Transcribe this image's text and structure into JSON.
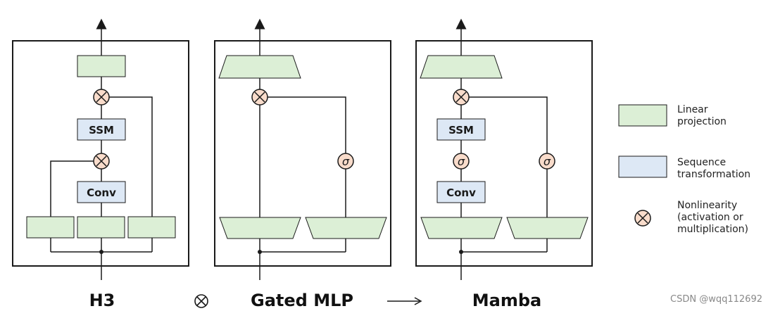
{
  "panels": {
    "h3": {
      "title": "H3",
      "ssm_label": "SSM",
      "conv_label": "Conv"
    },
    "gated_mlp": {
      "title": "Gated MLP",
      "sigma_label": "σ"
    },
    "mamba": {
      "title": "Mamba",
      "ssm_label": "SSM",
      "conv_label": "Conv",
      "sigma_label": "σ"
    }
  },
  "operators": {
    "combine": "⊗",
    "arrow": "⟶"
  },
  "legend": {
    "linear_projection": [
      "Linear",
      "projection"
    ],
    "sequence_transformation": [
      "Sequence",
      "transformation"
    ],
    "nonlinearity": [
      "Nonlinearity",
      "(activation or",
      "multiplication)"
    ]
  },
  "colors": {
    "linear": "#dcefd6",
    "sequence": "#dde8f5",
    "nonlinearity": "#f9dccb",
    "stroke": "#1a1a1a"
  },
  "watermark": "CSDN @wqq112692"
}
